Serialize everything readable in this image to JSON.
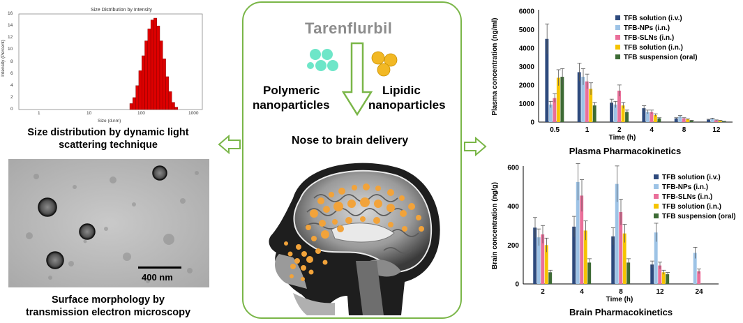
{
  "colors": {
    "green_border": "#7ab648",
    "series": [
      "#2e4a7d",
      "#9dc3e6",
      "#ea6f9a",
      "#f5c400",
      "#3d6b35"
    ],
    "dls_bars": "#dd0000",
    "arrow_fill": "#ffffff",
    "np_polymeric": "#6ee6c8",
    "np_lipidic": "#f2b824"
  },
  "left": {
    "dls_title": "Size Distribution by Intensity",
    "dls_ylabel": "Intensity (Percent)",
    "dls_xlabel": "Size (d.nm)",
    "dls_yticks": [
      "16",
      "14",
      "12",
      "10",
      "8",
      "6",
      "4",
      "2",
      "0"
    ],
    "dls_xticks": [
      "1",
      "10",
      "100",
      "1000"
    ],
    "dls_caption_1": "Size distribution by dynamic light",
    "dls_caption_2": "scattering technique",
    "scale_bar": "400 nm",
    "tem_caption_1": "Surface morphology by",
    "tem_caption_2": "transmission electron microscopy"
  },
  "center": {
    "drug": "Tarenflurbil",
    "polymeric_1": "Polymeric",
    "polymeric_2": "nanoparticles",
    "lipidic_1": "Lipidic",
    "lipidic_2": "nanoparticles",
    "delivery": "Nose to brain delivery"
  },
  "chart_data": [
    {
      "type": "bar",
      "title": "Plasma Pharmacokinetics",
      "xlabel": "Time (h)",
      "ylabel": "Plasma concentration (ng/ml)",
      "ylim": [
        0,
        6000
      ],
      "yticks": [
        "0",
        "1000",
        "2000",
        "3000",
        "4000",
        "5000",
        "6000"
      ],
      "categories": [
        "0.5",
        "1",
        "2",
        "4",
        "8",
        "12"
      ],
      "legend_position": "top-right",
      "series": [
        {
          "name": "TFB solution (i.v.)",
          "values": [
            4500,
            2700,
            1050,
            750,
            200,
            130
          ]
        },
        {
          "name": "TFB-NPs (i.n.)",
          "values": [
            950,
            2450,
            950,
            550,
            300,
            180
          ]
        },
        {
          "name": "TFB-SLNs (i.n.)",
          "values": [
            1300,
            2200,
            1700,
            550,
            200,
            100
          ]
        },
        {
          "name": "TFB solution (i.n.)",
          "values": [
            2400,
            1800,
            900,
            380,
            150,
            80
          ]
        },
        {
          "name": "TFB suspension (oral)",
          "values": [
            2450,
            900,
            550,
            200,
            80,
            40
          ]
        }
      ]
    },
    {
      "type": "bar",
      "title": "Brain Pharmacokinetics",
      "xlabel": "Time (h)",
      "ylabel": "Brain concentration (ng/g)",
      "ylim": [
        0,
        600
      ],
      "yticks": [
        "0",
        "200",
        "400",
        "600"
      ],
      "categories": [
        "2",
        "4",
        "8",
        "12",
        "24"
      ],
      "legend_position": "top-right",
      "series": [
        {
          "name": "TFB solution (i.v.)",
          "values": [
            290,
            295,
            245,
            100,
            0
          ]
        },
        {
          "name": "TFB-NPs (i.n.)",
          "values": [
            240,
            525,
            515,
            265,
            160
          ]
        },
        {
          "name": "TFB-SLNs (i.n.)",
          "values": [
            255,
            455,
            370,
            95,
            65
          ]
        },
        {
          "name": "TFB solution (i.n.)",
          "values": [
            200,
            275,
            260,
            60,
            0
          ]
        },
        {
          "name": "TFB suspension (oral)",
          "values": [
            60,
            110,
            110,
            50,
            0
          ]
        }
      ]
    }
  ]
}
